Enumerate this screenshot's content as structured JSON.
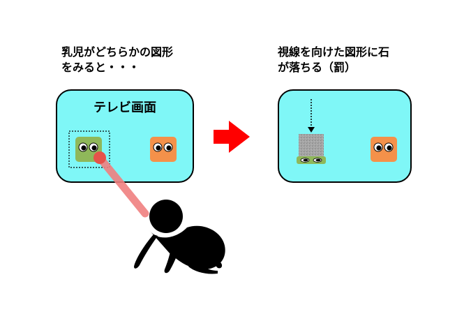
{
  "left_caption_lines": [
    "乳児がどちらかの図形",
    "をみると・・・"
  ],
  "right_caption_lines": [
    "視線を向けた図形に石",
    "が落ちる（罰）"
  ],
  "screen_label": "テレビ画面",
  "colors": {
    "screen_fill": "#7ff7f7",
    "green_figure": "#8fb85a",
    "orange_figure": "#f4914a",
    "gaze_beam": "#f08080",
    "gaze_dot": "#e6524a",
    "arrow": "#ff0000",
    "stone": "#a6a6a6"
  },
  "icons": [
    "baby-silhouette-icon",
    "right-arrow-icon",
    "falling-stone-icon",
    "dashed-down-arrow-icon"
  ]
}
